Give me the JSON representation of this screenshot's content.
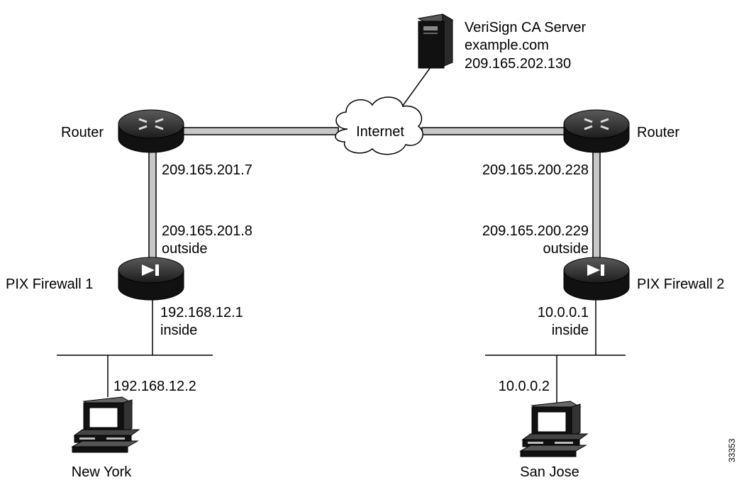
{
  "server": {
    "name": "VeriSign CA Server",
    "domain": "example.com",
    "ip": "209.165.202.130",
    "icon": "server-tower-icon"
  },
  "internet": {
    "label": "Internet",
    "icon": "cloud-icon"
  },
  "left_site": {
    "router_label": "Router",
    "router_ip": "209.165.201.7",
    "firewall_outside_ip": "209.165.201.8",
    "firewall_outside_label": "outside",
    "firewall_label": "PIX Firewall 1",
    "firewall_inside_ip": "192.168.12.1",
    "firewall_inside_label": "inside",
    "host_ip": "192.168.12.2",
    "location": "New York"
  },
  "right_site": {
    "router_label": "Router",
    "router_ip": "209.165.200.228",
    "firewall_outside_ip": "209.165.200.229",
    "firewall_outside_label": "outside",
    "firewall_label": "PIX Firewall 2",
    "firewall_inside_ip": "10.0.0.1",
    "firewall_inside_label": "inside",
    "host_ip": "10.0.0.2",
    "location": "San Jose"
  },
  "figure_id": "33353",
  "colors": {
    "line": "#000000",
    "link_fill": "#c8c8c8",
    "device": "#1a1a1a"
  }
}
